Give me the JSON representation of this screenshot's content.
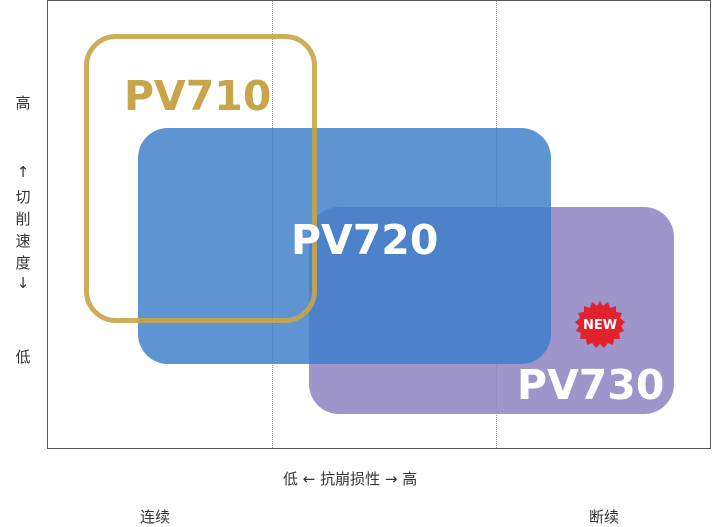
{
  "products": {
    "pv710": {
      "name": "PV710",
      "color": "#c8a44a"
    },
    "pv720": {
      "name": "PV720",
      "color": "#3b7fc9"
    },
    "pv730": {
      "name": "PV730",
      "color": "#8d83c1"
    }
  },
  "badge": {
    "text": "NEW",
    "color": "#e0222f"
  },
  "y_axis": {
    "high": "高",
    "up_arrow": "↑",
    "chars": [
      "切",
      "削",
      "速",
      "度"
    ],
    "down_arrow": "↓",
    "low": "低"
  },
  "x_axis": {
    "title": "低 ← 抗崩损性 → 高",
    "left_label": "连续",
    "right_label": "断续"
  }
}
